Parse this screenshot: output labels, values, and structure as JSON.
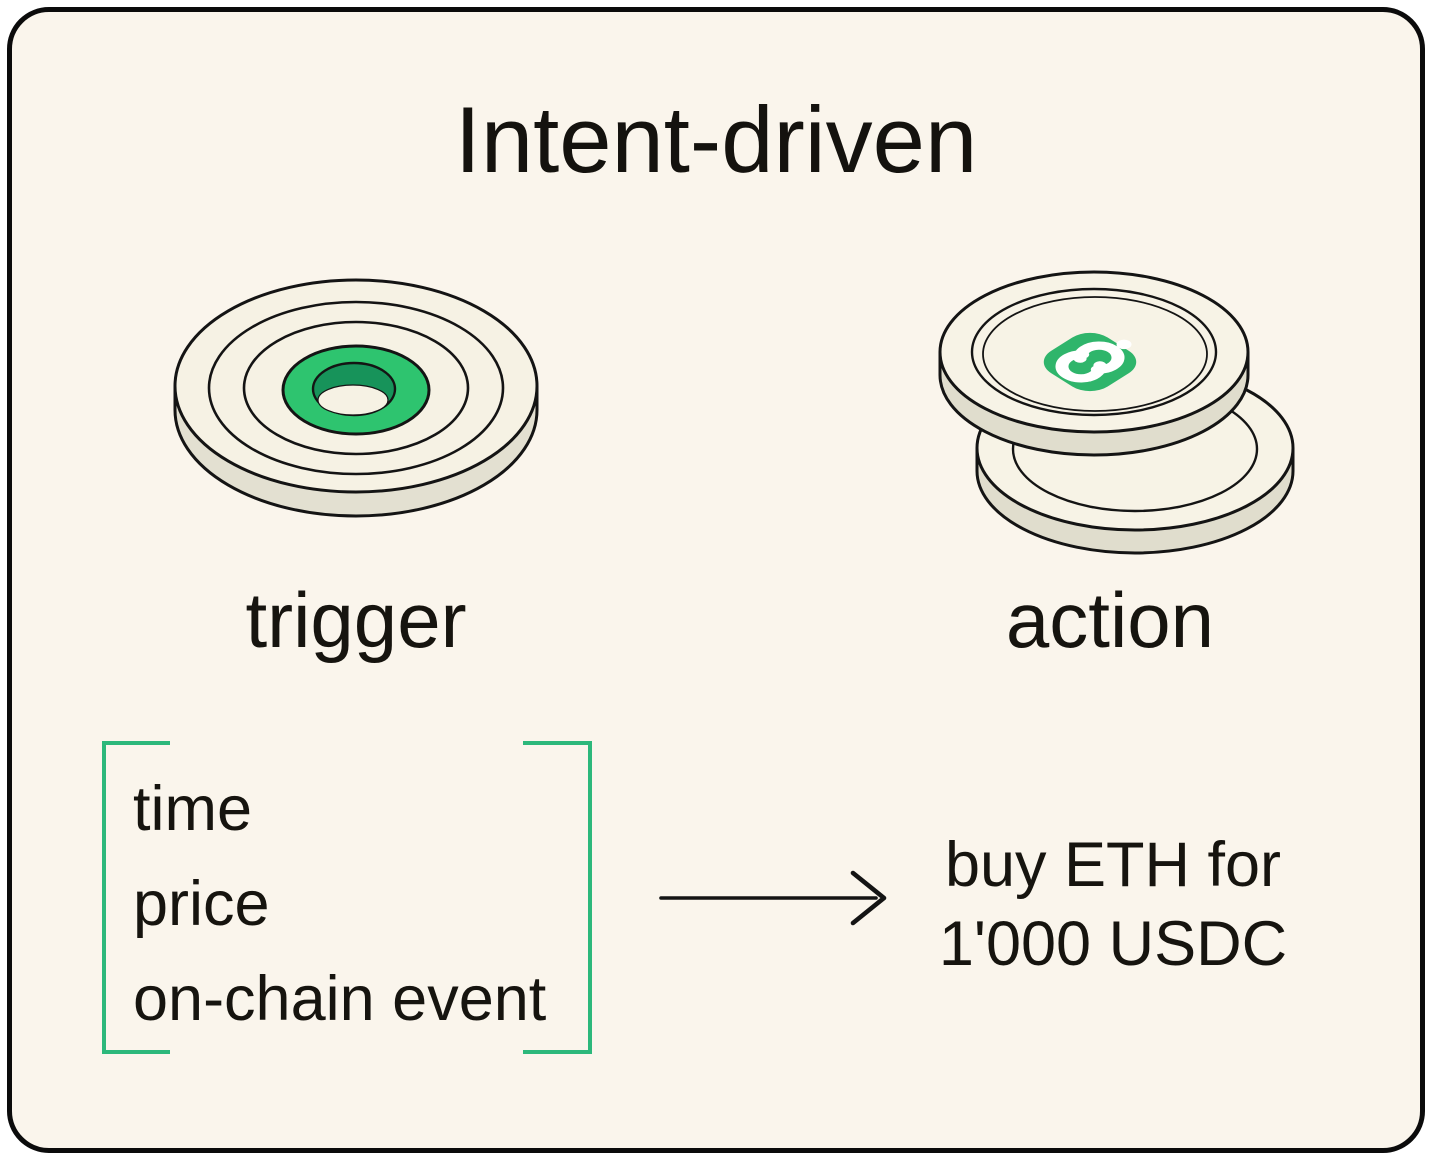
{
  "title": "Intent-driven",
  "trigger": {
    "label": "trigger",
    "icon": "target-disc-icon",
    "conditions": [
      "time",
      "price",
      "on-chain event"
    ]
  },
  "action": {
    "label": "action",
    "icon": "stacked-coins-icon",
    "line1": "buy ETH for",
    "line2": "1'000 USDC"
  },
  "colors": {
    "canvas": "#FFFFFF",
    "card_background": "#FAF5EC",
    "card_border": "#0B0B0B",
    "ink": "#16140F",
    "green_bright": "#2EC46F",
    "green_dark": "#17935A",
    "logo_green": "#2FB56B",
    "bracket_green": "#2CB87B",
    "coin_face": "#F7F3E6",
    "coin_side": "#E0DDCD"
  }
}
